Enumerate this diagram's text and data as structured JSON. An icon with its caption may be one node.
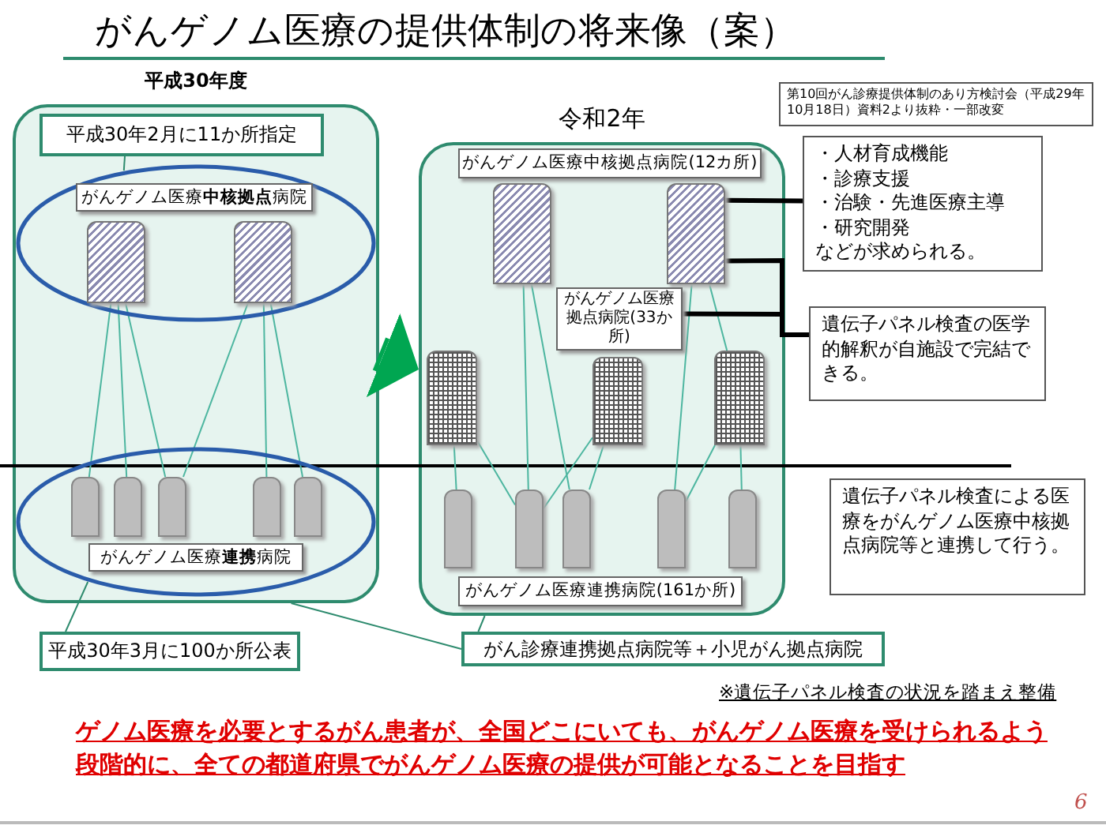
{
  "diagram": {
    "title": "がんゲノム医療の提供体制の将来像（案）",
    "nodes": [
      {
        "text": [
          "平成30年度"
        ]
      },
      {
        "text": [
          "がんゲノム医療**中核拠点**病院"
        ],
        "in": 0
      },
      {
        "text": [],
        "shape": "bar",
        "in": 1
      },
      {
        "text": [],
        "shape": "bar",
        "in": 1
      },
      {
        "text": [
          "がんゲノム医療**連携**病院"
        ],
        "in": 0
      },
      {
        "text": [],
        "shape": "bar",
        "in": 4
      },
      {
        "text": [],
        "shape": "bar",
        "in": 4
      },
      {
        "text": [],
        "shape": "bar",
        "in": 4
      },
      {
        "text": [],
        "shape": "bar",
        "in": 4
      },
      {
        "text": [],
        "shape": "bar",
        "in": 4
      },
      {
        "text": [
          "平成30年2月に11か所指定"
        ],
        "in": 0
      },
      {
        "text": [
          "平成30年3月に100か所公表"
        ]
      },
      {
        "text": [
          "令和2年"
        ]
      },
      {
        "text": [],
        "shape": "bar",
        "in": 12
      },
      {
        "text": [],
        "shape": "bar",
        "in": 12
      },
      {
        "text": [
          "がんゲノム医療中核拠点病院(12カ所)"
        ],
        "in": 12
      },
      {
        "text": [],
        "shape": "bar",
        "in": 12
      },
      {
        "text": [],
        "shape": "bar",
        "in": 12
      },
      {
        "text": [],
        "shape": "bar",
        "in": 12
      },
      {
        "text": [
          "がんゲノム医療拠点病院(33か所)"
        ],
        "in": 12
      },
      {
        "text": [],
        "shape": "bar",
        "in": 12
      },
      {
        "text": [],
        "shape": "bar",
        "in": 12
      },
      {
        "text": [],
        "shape": "bar",
        "in": 12
      },
      {
        "text": [],
        "shape": "bar",
        "in": 12
      },
      {
        "text": [],
        "shape": "bar",
        "in": 12
      },
      {
        "text": [
          "がんゲノム医療連携病院(161か所)"
        ],
        "in": 12
      },
      {
        "text": [
          "がん診療連携拠点病院等＋小児がん拠点病院"
        ]
      },
      {
        "text": [
          "第10回がん診療提供体制のあり方検討会（平成29年10月18日）資料2より抜粋・一部改変"
        ]
      },
      {
        "text": [
          "・人材育成機能",
          "・診療支援",
          "・治験・先進医療主導",
          "・研究開発",
          "などが求められる。"
        ]
      },
      {
        "text": [
          "遺伝子パネル検査の医学的解釈が自施設で完結できる。"
        ]
      },
      {
        "text": [
          "遺伝子パネル検査による医療をがんゲノム医療中核拠点病院等と連携して行う。"
        ]
      }
    ],
    "edges": [
      {
        "from": 2,
        "to": 5,
        "arrow": "none"
      },
      {
        "from": 2,
        "to": 6,
        "arrow": "none"
      },
      {
        "from": 2,
        "to": 7,
        "arrow": "none"
      },
      {
        "from": 3,
        "to": 7,
        "arrow": "none"
      },
      {
        "from": 3,
        "to": 8,
        "arrow": "none"
      },
      {
        "from": 3,
        "to": 9,
        "arrow": "none"
      },
      {
        "from": 13,
        "to": 21,
        "arrow": "none"
      },
      {
        "from": 13,
        "to": 22,
        "arrow": "none"
      },
      {
        "from": 14,
        "to": 23,
        "arrow": "none"
      },
      {
        "from": 14,
        "to": 18,
        "arrow": "none"
      },
      {
        "from": 16,
        "to": 20,
        "arrow": "none"
      },
      {
        "from": 16,
        "to": 21,
        "arrow": "none"
      },
      {
        "from": 17,
        "to": 21,
        "arrow": "none"
      },
      {
        "from": 17,
        "to": 22,
        "arrow": "none"
      },
      {
        "from": 18,
        "to": 23,
        "arrow": "none"
      },
      {
        "from": 18,
        "to": 24,
        "arrow": "none"
      },
      {
        "from": 14,
        "to": 28,
        "arrow": "none",
        "style": "thick",
        "color": "#000000"
      },
      {
        "from": 14,
        "to": 29,
        "arrow": "none",
        "style": "thick",
        "color": "#000000"
      },
      {
        "from": 19,
        "to": 29,
        "arrow": "none",
        "style": "thick",
        "color": "#000000"
      },
      {
        "from": 10,
        "to": 1,
        "arrow": "none",
        "color": "#2e8b6e"
      },
      {
        "from": 11,
        "to": 4,
        "arrow": "none",
        "color": "#2e8b6e"
      },
      {
        "from": 26,
        "to": 0,
        "arrow": "none",
        "color": "#2e8b6e"
      },
      {
        "from": 26,
        "to": 12,
        "arrow": "none",
        "color": "#2e8b6e"
      },
      {
        "from": 0,
        "to": 12,
        "arrow": "to",
        "style": "thick",
        "color": "#00a651"
      }
    ],
    "labels": [
      "※遺伝子パネル検査の状況を踏まえ整備",
      "ゲノム医療を必要とするがん患者が、全国どこにいても、がんゲノム医療を受けられるよう段階的に、全ての都道府県でがんゲノム医療の提供が可能となることを目指す",
      "6"
    ]
  }
}
